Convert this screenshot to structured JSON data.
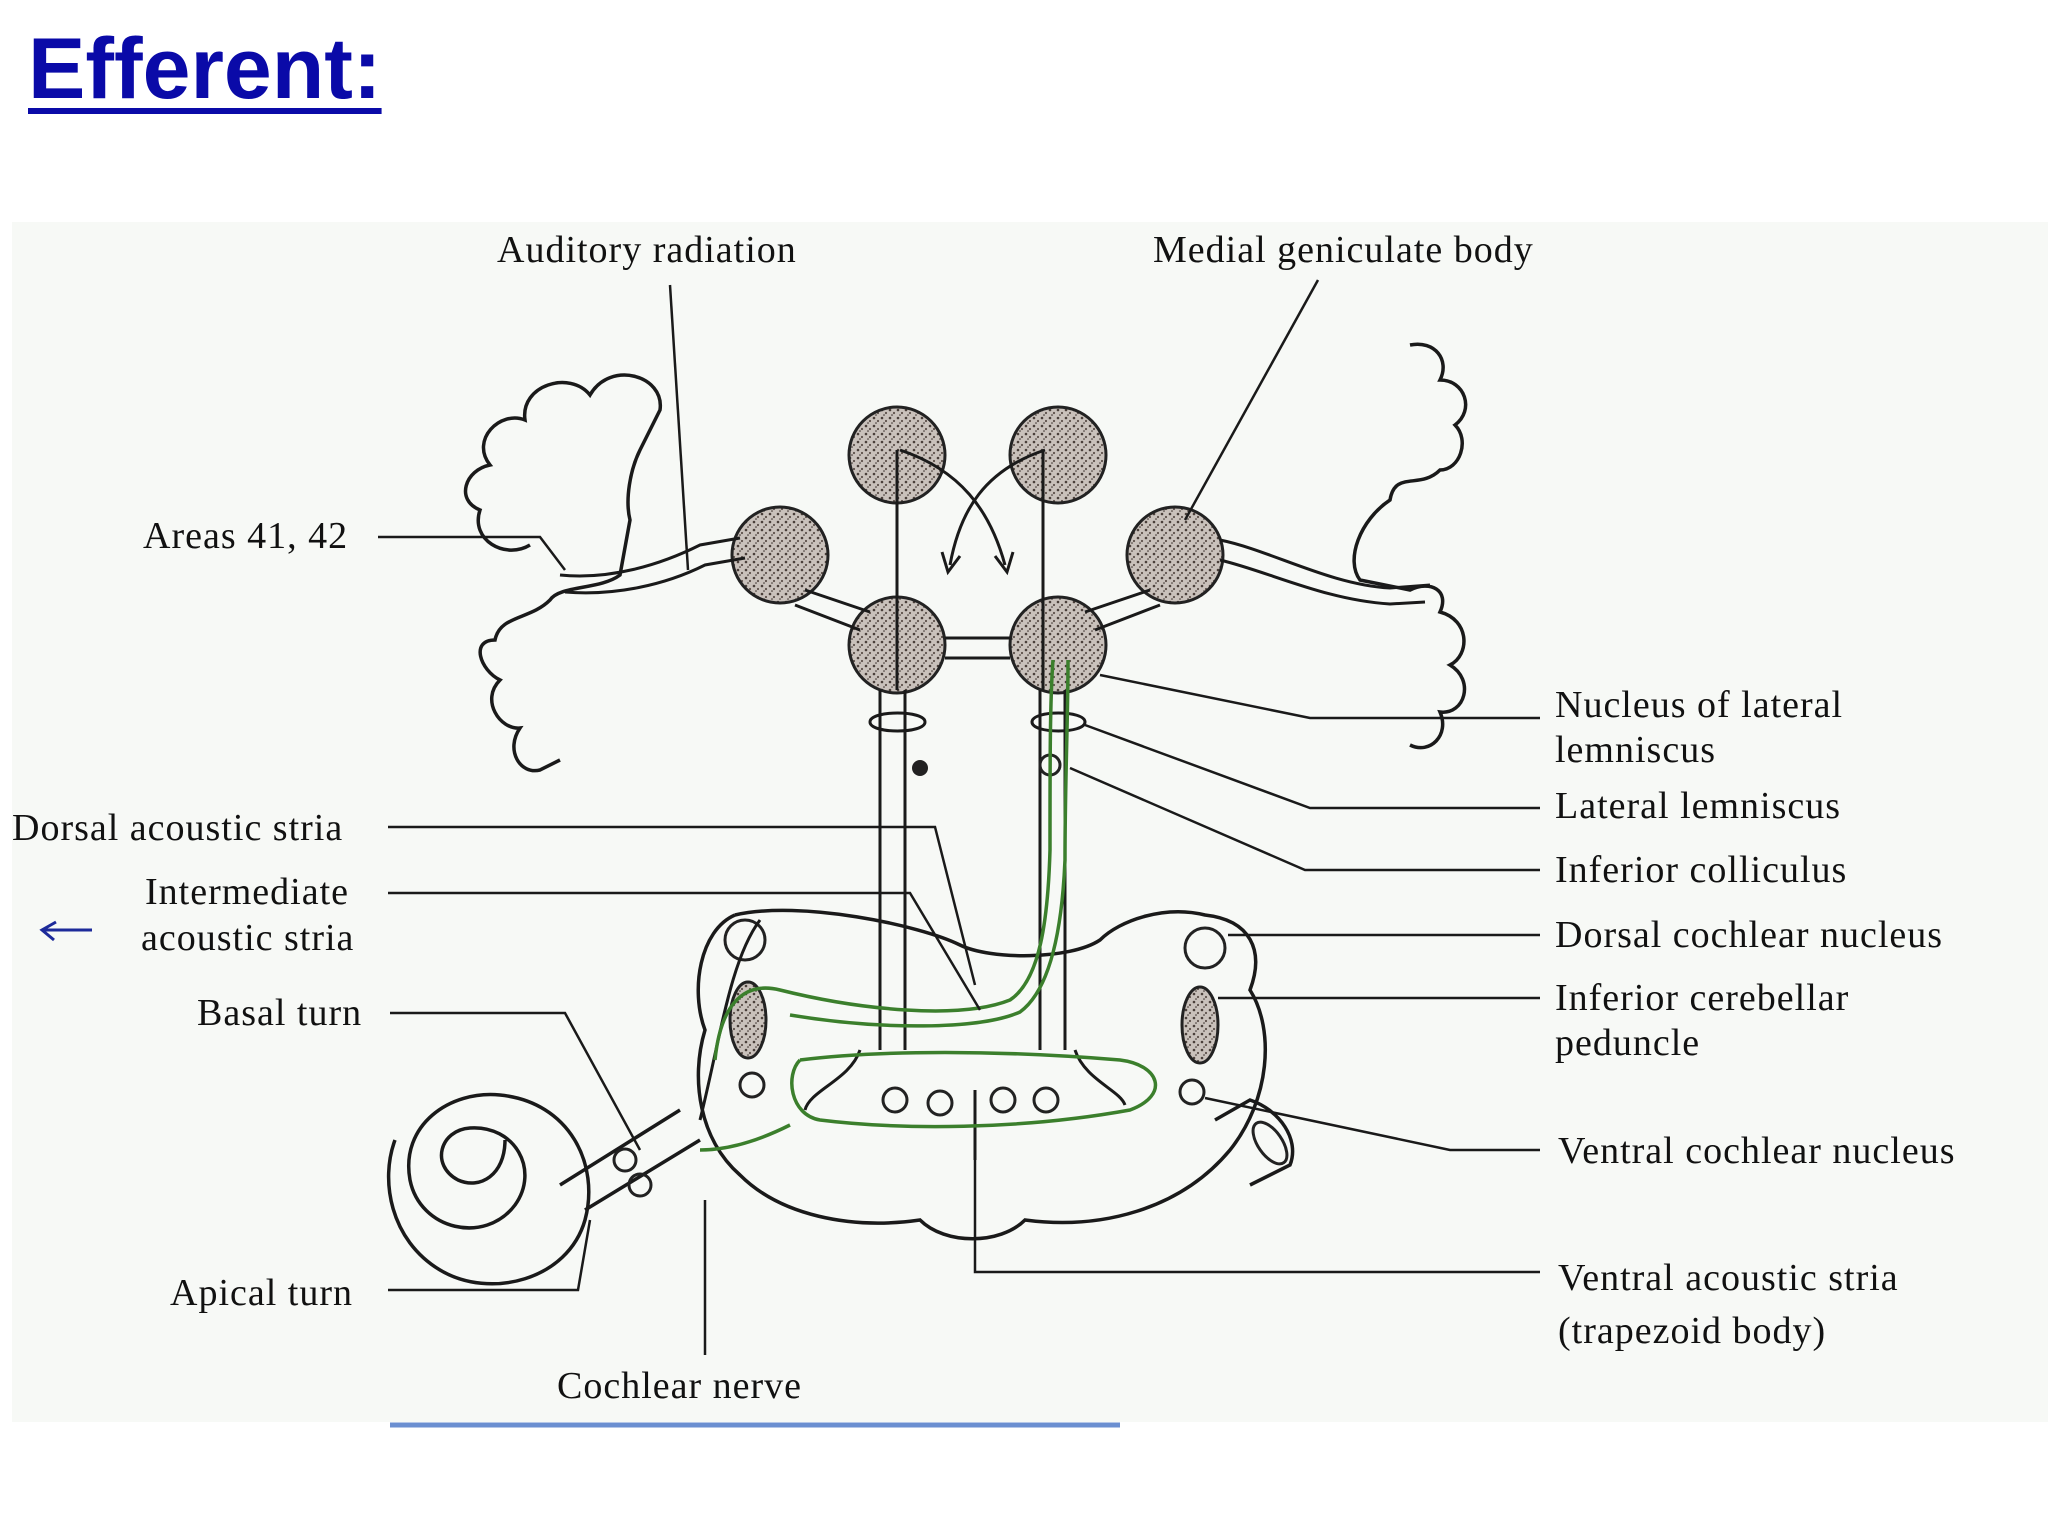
{
  "slide": {
    "title": "Efferent:"
  },
  "diagram": {
    "labels": {
      "auditory_radiation": "Auditory radiation",
      "medial_geniculate_body": "Medial geniculate body",
      "areas": "Areas 41, 42",
      "nucleus_lateral_lemniscus_1": "Nucleus of lateral",
      "nucleus_lateral_lemniscus_2": "lemniscus",
      "lateral_lemniscus": "Lateral lemniscus",
      "inferior_colliculus": "Inferior colliculus",
      "dorsal_acoustic_stria": "Dorsal acoustic stria",
      "intermediate_acoustic_stria_1": "Intermediate",
      "intermediate_acoustic_stria_2": "acoustic stria",
      "dorsal_cochlear_nucleus": "Dorsal cochlear nucleus",
      "inferior_cerebellar_peduncle_1": "Inferior cerebellar",
      "inferior_cerebellar_peduncle_2": "peduncle",
      "basal_turn": "Basal turn",
      "ventral_cochlear_nucleus": "Ventral cochlear nucleus",
      "apical_turn": "Apical turn",
      "ventral_acoustic_stria_1": "Ventral acoustic stria",
      "ventral_acoustic_stria_2": "(trapezoid body)",
      "cochlear_nerve": "Cochlear nerve"
    },
    "colors": {
      "efferent_pathway": "#3b7f2c",
      "title": "#0a0aa8"
    }
  }
}
